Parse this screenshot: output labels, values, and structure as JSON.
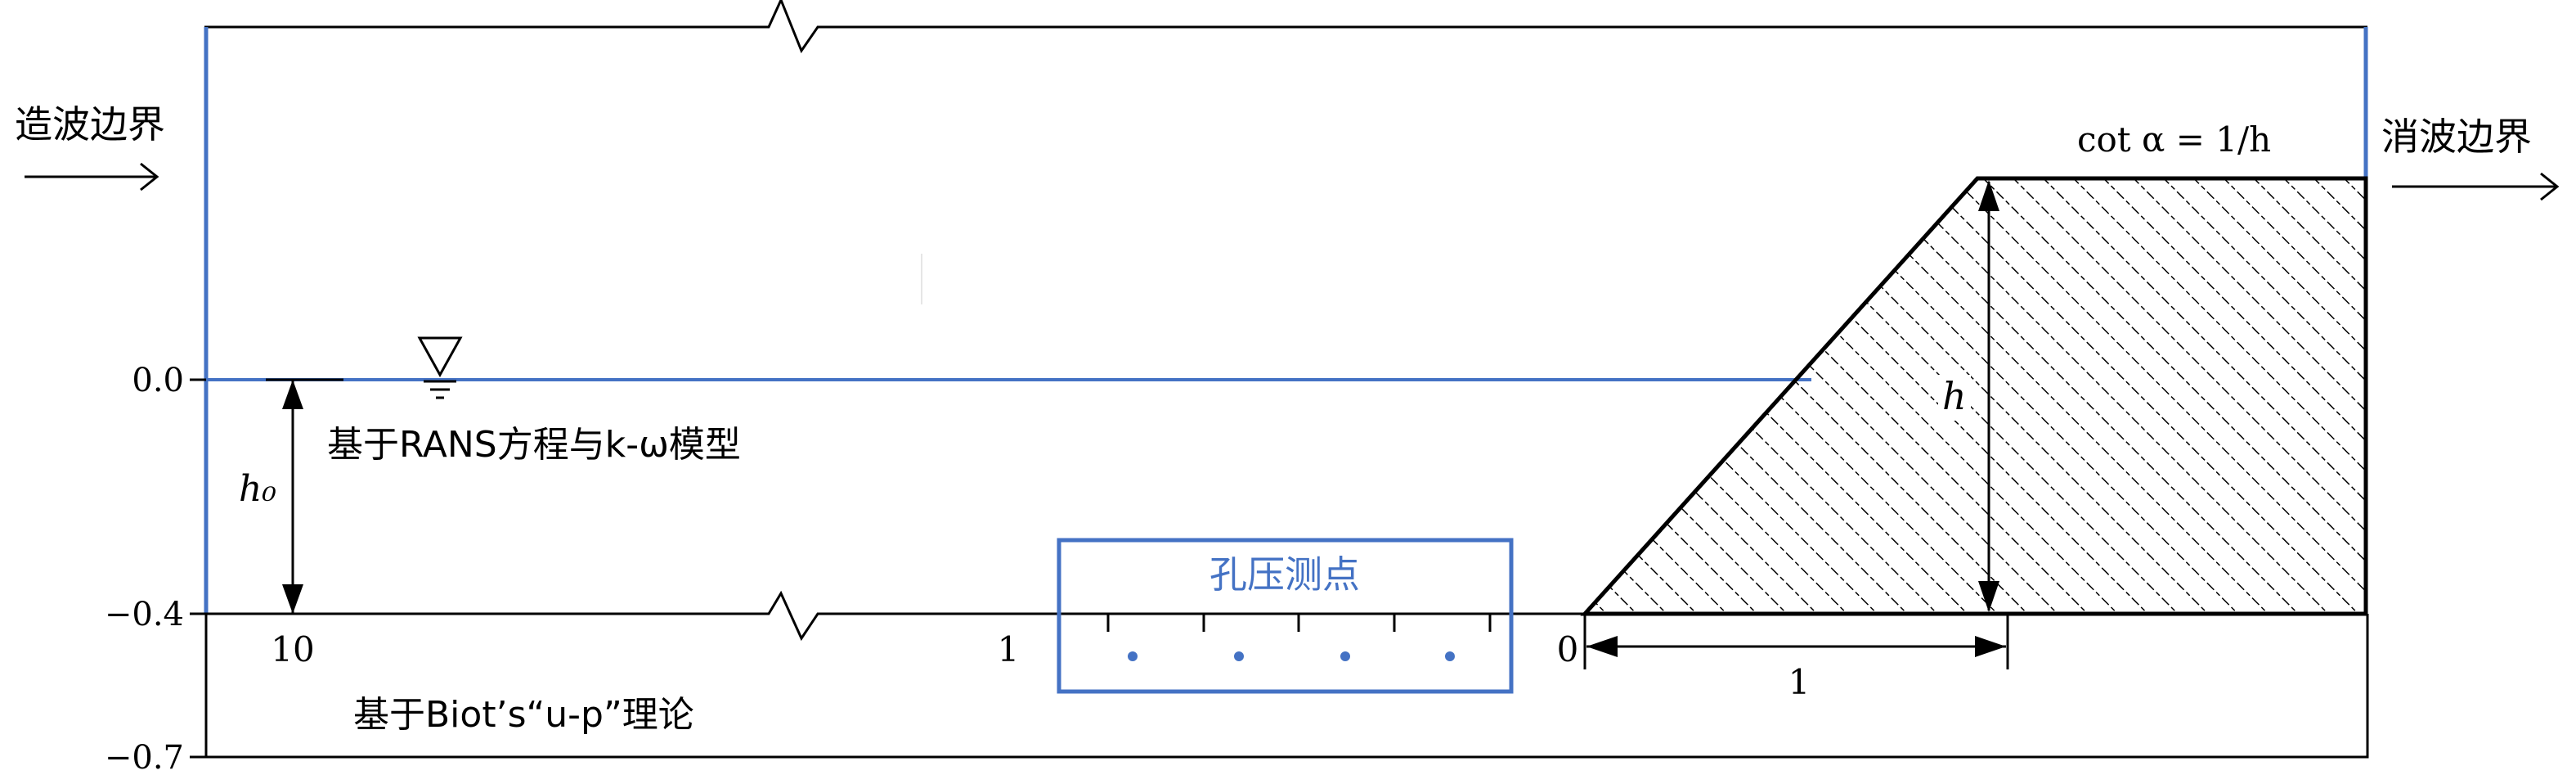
{
  "labels": {
    "wave_generating_boundary": "造波边界",
    "wave_absorbing_boundary": "消波边界",
    "slope_formula": "cot α = 1/h",
    "height_symbol": "h",
    "depth_symbol": "h₀",
    "fluid_model": "基于RANS方程与k-ω模型",
    "soil_model": "基于Biot’s“u-p”理论",
    "pore_pressure_points": "孔压测点"
  },
  "y_ticks": [
    {
      "label": "0.0"
    },
    {
      "label": "−0.4"
    },
    {
      "label": "−0.7"
    }
  ],
  "x_ticks": [
    {
      "label": "10"
    },
    {
      "label": "1"
    },
    {
      "label": "0"
    }
  ],
  "dimension_label": "1",
  "colors": {
    "boundary_blue": "#4472c4",
    "line_black": "#000000"
  },
  "icons": {
    "water_level": "water-level-triangle-icon"
  }
}
